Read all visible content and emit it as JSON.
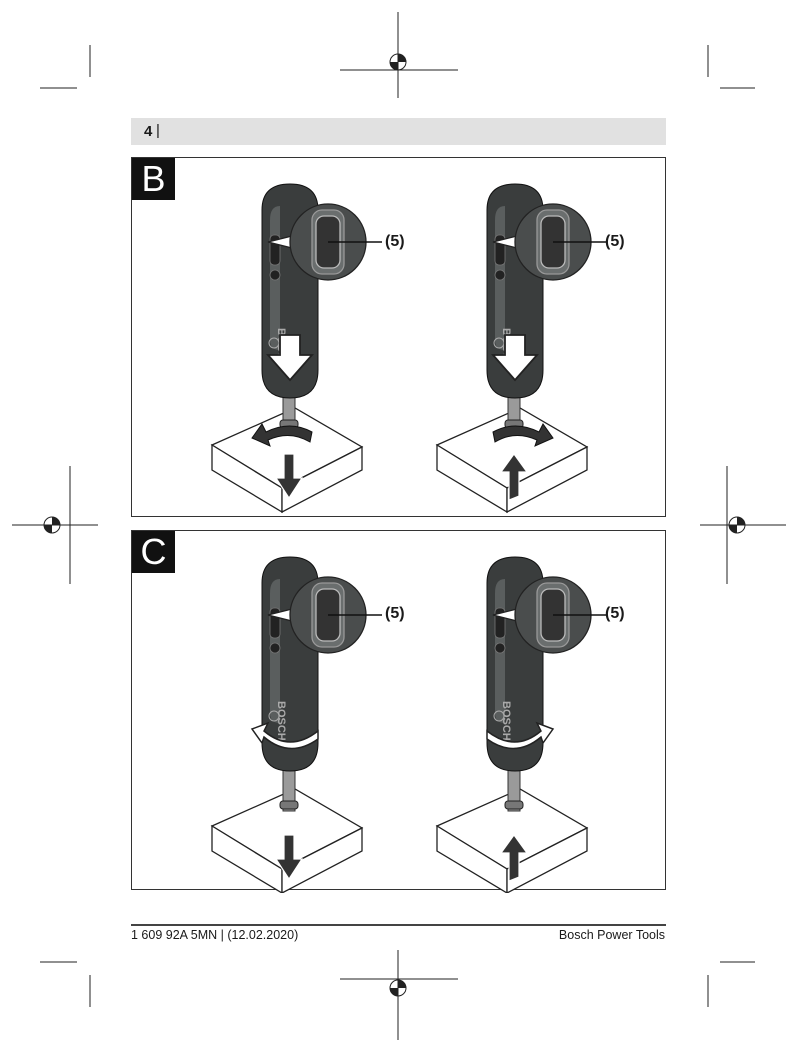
{
  "header": {
    "page_number": "4",
    "separator": "|"
  },
  "panels": [
    {
      "letter": "B",
      "figures": [
        {
          "callout": "(5)",
          "rotation": "counterclockwise",
          "motion": "down",
          "press": true
        },
        {
          "callout": "(5)",
          "rotation": "clockwise",
          "motion": "up",
          "press": true
        }
      ]
    },
    {
      "letter": "C",
      "figures": [
        {
          "callout": "(5)",
          "rotation": "counterclockwise",
          "motion": "down",
          "press": false
        },
        {
          "callout": "(5)",
          "rotation": "clockwise",
          "motion": "up",
          "press": false
        }
      ]
    }
  ],
  "tool_brand": "BOSCH",
  "footer": {
    "left": "1 609 92A 5MN | (12.02.2020)",
    "right": "Bosch Power Tools"
  }
}
